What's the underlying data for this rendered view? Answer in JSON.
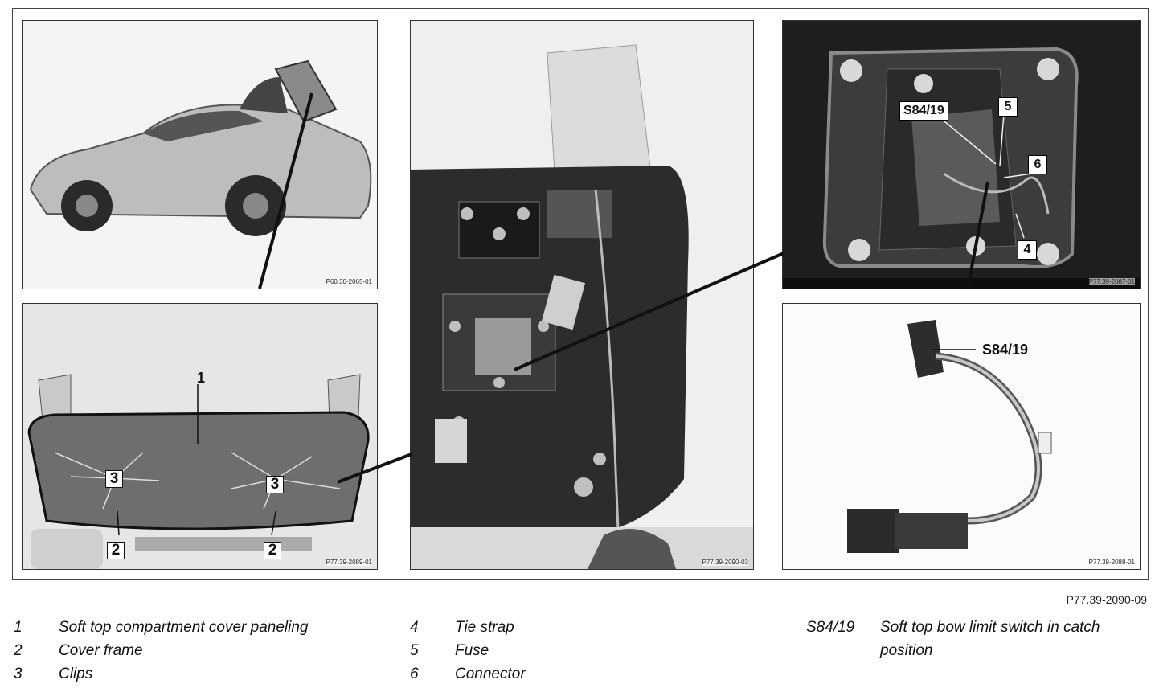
{
  "figure_reference": "P77.39-2090-09",
  "panels": {
    "car": {
      "ref": "P60.30-2065-01"
    },
    "cover": {
      "ref": "P77.39-2089-01",
      "callouts": [
        "1",
        "3",
        "3",
        "2",
        "2"
      ]
    },
    "mechanism": {
      "ref": "P77.39-2090-03"
    },
    "detail": {
      "ref": "P77.39-2087-01",
      "callouts": [
        "S84/19",
        "5",
        "6",
        "4"
      ]
    },
    "switch": {
      "ref": "P77.39-2088-01",
      "callouts": [
        "S84/19"
      ]
    }
  },
  "legend": {
    "col1": [
      {
        "key": "1",
        "text": "Soft top compartment cover paneling"
      },
      {
        "key": "2",
        "text": "Cover frame"
      },
      {
        "key": "3",
        "text": "Clips"
      }
    ],
    "col2": [
      {
        "key": "4",
        "text": "Tie strap"
      },
      {
        "key": "5",
        "text": "Fuse"
      },
      {
        "key": "6",
        "text": "Connector"
      }
    ],
    "col3": [
      {
        "key": "S84/19",
        "text": "Soft top bow limit switch in catch position"
      }
    ]
  }
}
